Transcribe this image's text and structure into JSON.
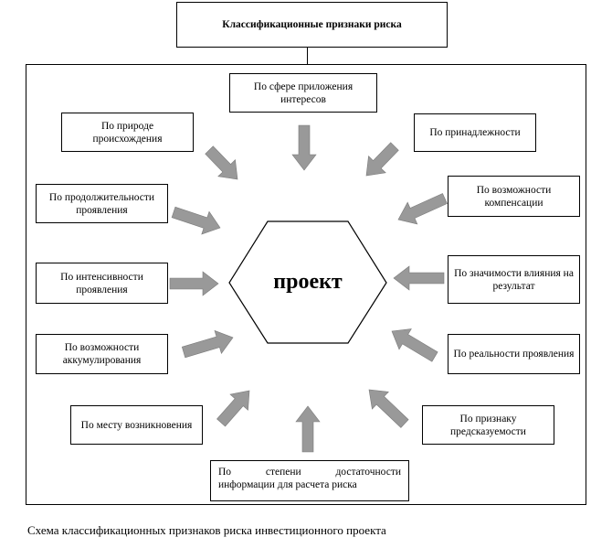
{
  "title": "Классификационные признаки риска",
  "center_label": "проект",
  "caption": "Схема классификационных признаков риска инвестиционного проекта",
  "criteria": {
    "sphere": "По сфере приложения интересов",
    "origin": "По природе происхождения",
    "belonging": "По принадлежности",
    "duration": "По продолжительности проявления",
    "compensation": "По возможности компенсации",
    "intensity": "По интенсивности проявления",
    "significance": "По значимости влияния на результат",
    "accumulation": "По возможности аккумулирования",
    "reality": "По реальности проявления",
    "place": "По месту возникновения",
    "predictability": "По признаку предсказуемости",
    "information_line1": "По степени достаточности",
    "information_line2": "информации для расчета риска"
  },
  "colors": {
    "arrow": "#999999",
    "arrow_stroke": "#7a7a7a",
    "border": "#000000"
  }
}
